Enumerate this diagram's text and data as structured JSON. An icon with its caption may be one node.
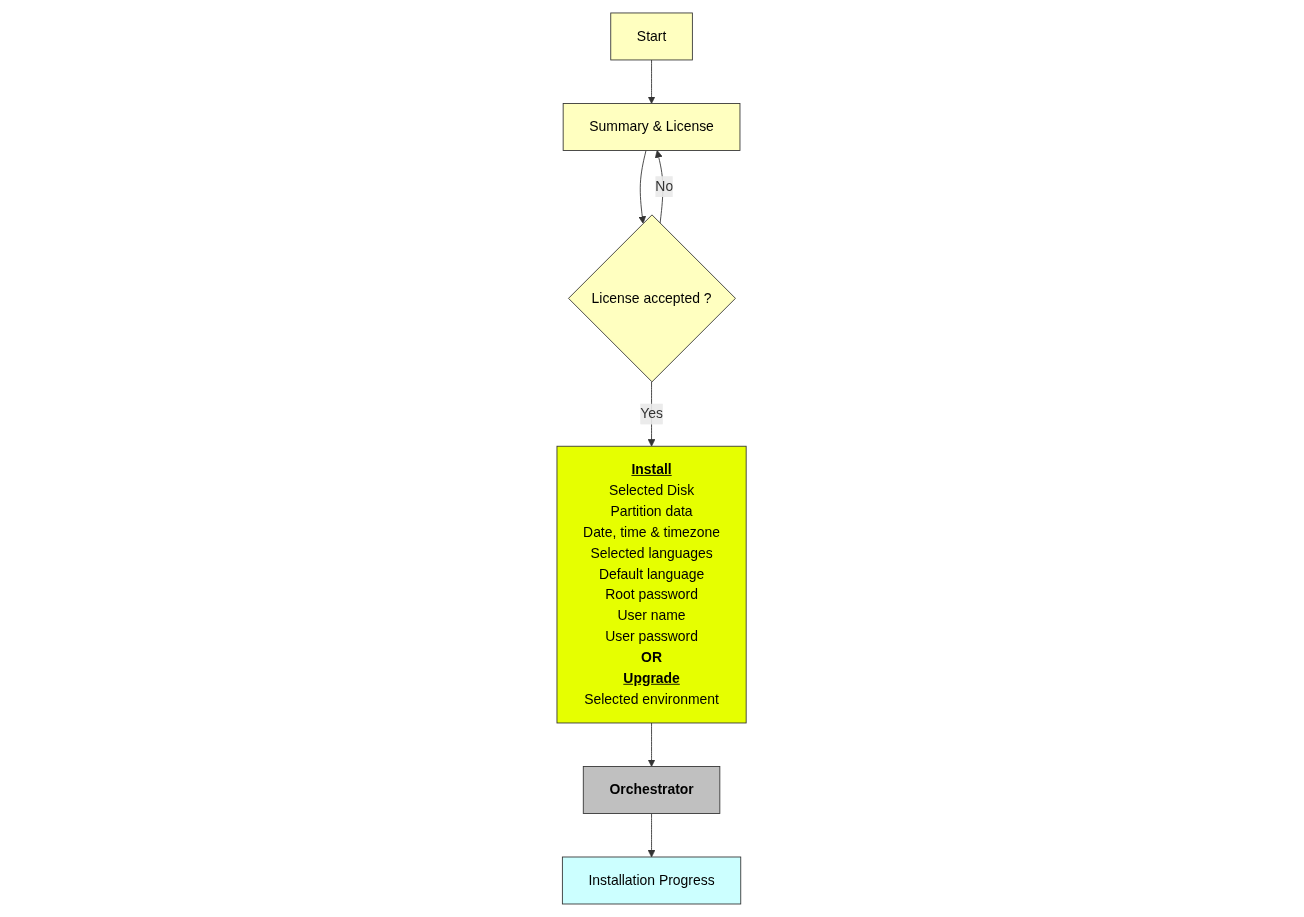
{
  "diagram": {
    "nodes": [
      {
        "text": [
          "Start"
        ]
      },
      {
        "text": [
          "Summary & License"
        ]
      },
      {
        "text": [
          "License accepted ?"
        ]
      },
      {
        "text": [
          "Install",
          "Selected Disk",
          "Partition data",
          "Date, time & timezone",
          "Selected languages",
          "Default language",
          "Root password",
          "User name",
          "User password",
          "OR",
          "Upgrade",
          "Selected environment"
        ]
      },
      {
        "text": [
          "Orchestrator"
        ]
      },
      {
        "text": [
          "Installation Progress"
        ]
      }
    ],
    "edges": [
      {
        "from": 0,
        "to": 1,
        "arrow": "to"
      },
      {
        "from": 1,
        "to": 2,
        "arrow": "to"
      },
      {
        "from": 2,
        "to": 1,
        "label": "No",
        "arrow": "to"
      },
      {
        "from": 2,
        "to": 3,
        "label": "Yes",
        "arrow": "to"
      },
      {
        "from": 3,
        "to": 4,
        "arrow": "to"
      },
      {
        "from": 4,
        "to": 5,
        "arrow": "to"
      }
    ]
  }
}
